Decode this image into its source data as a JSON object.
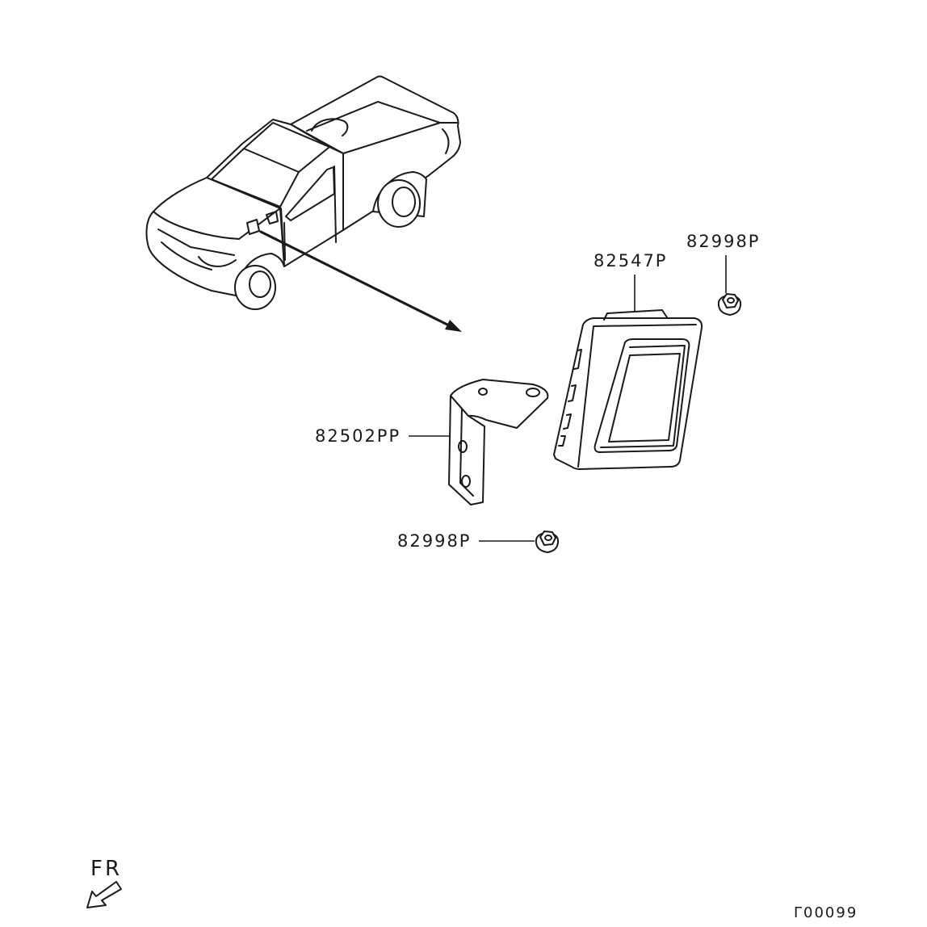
{
  "callouts": {
    "nut_top": "82998P",
    "module": "82547P",
    "bracket": "82502PP",
    "nut_bottom": "82998P"
  },
  "orientation": {
    "label": "FR"
  },
  "diagram_code": "Γ00099"
}
